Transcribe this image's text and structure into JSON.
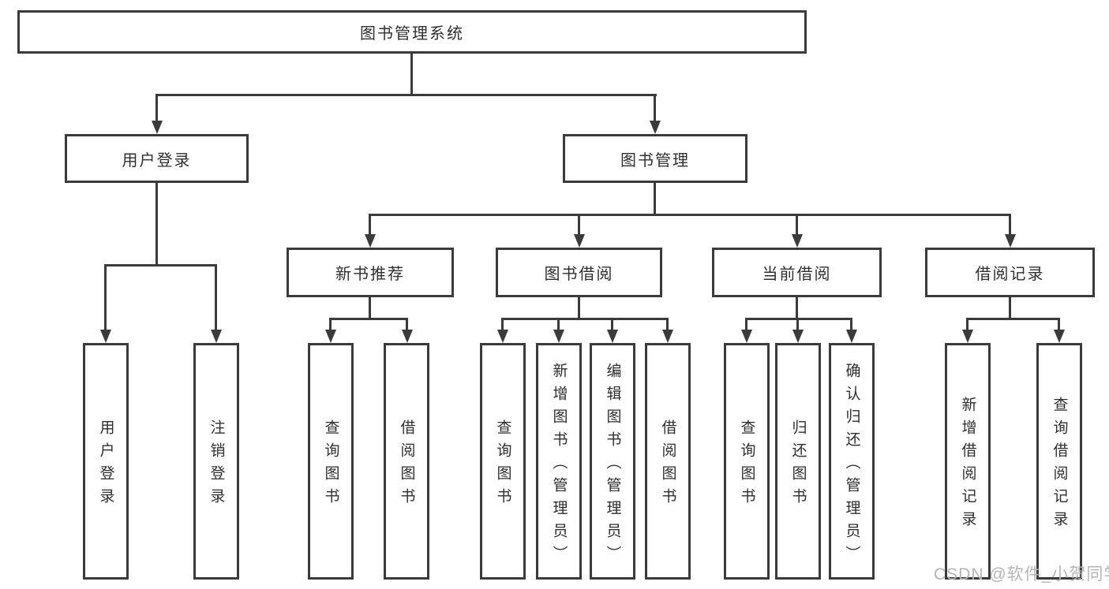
{
  "diagram": {
    "title_node": {
      "label": "图书管理系统"
    },
    "level2": [
      {
        "label": "用户登录"
      },
      {
        "label": "图书管理"
      }
    ],
    "level3": [
      {
        "label": "新书推荐"
      },
      {
        "label": "图书借阅"
      },
      {
        "label": "当前借阅"
      },
      {
        "label": "借阅记录"
      }
    ],
    "leaves": {
      "user_login": [
        "用户登录",
        "注销登录"
      ],
      "new_book": [
        "查询图书",
        "借阅图书"
      ],
      "borrow": [
        "查询图书",
        "新增图书（管理员）",
        "编辑图书（管理员）",
        "借阅图书"
      ],
      "current": [
        "查询图书",
        "归还图书",
        "确认归还（管理员）"
      ],
      "records": [
        "新增借阅记录",
        "查询借阅记录"
      ]
    }
  },
  "watermark": "CSDN @软件_小贺同学",
  "colors": {
    "line": "#3b3b3b",
    "text": "#2f2f2f",
    "watermark": "#b6b6b6",
    "background": "#ffffff"
  }
}
